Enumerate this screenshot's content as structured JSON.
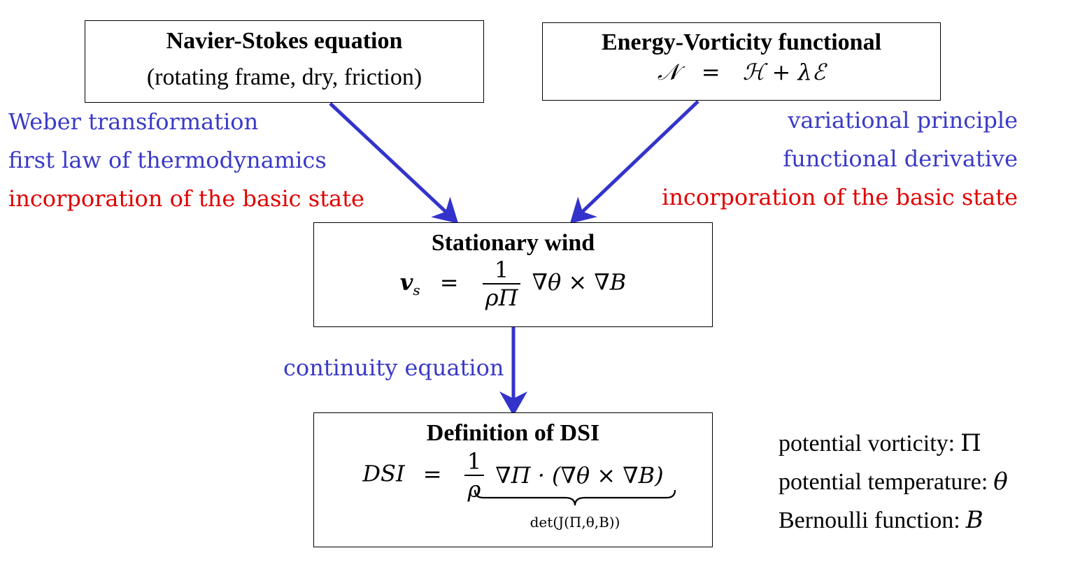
{
  "boxes": {
    "navier": {
      "title": "Navier-Stokes equation",
      "subtitle": "(rotating frame, dry, friction)"
    },
    "energy": {
      "title": "Energy-Vorticity functional",
      "eq_lhs": "𝒩",
      "eq_eq": "=",
      "eq_rhs": "ℋ + λℰ"
    },
    "wind": {
      "title": "Stationary wind",
      "eq_lhs": "v",
      "eq_sub": "s",
      "eq_eq": "=",
      "frac_num": "1",
      "frac_den": "ρΠ",
      "eq_rhs": "∇θ × ∇B"
    },
    "dsi": {
      "title": "Definition of DSI",
      "eq_lhs": "DSI",
      "eq_eq": "=",
      "frac_num": "1",
      "frac_den": "ρ",
      "eq_rhs": "∇Π · (∇θ × ∇B)",
      "brace_label": "det(J(Π,θ,B))"
    }
  },
  "left_labels": {
    "l1": "Weber transformation",
    "l2": "first law of thermodynamics",
    "l3": "incorporation of the basic state"
  },
  "right_labels": {
    "r1": "variational principle",
    "r2": "functional derivative",
    "r3": "incorporation of the basic state"
  },
  "middle_label": "continuity equation",
  "legend": {
    "pv_label": "potential vorticity:",
    "pv_sym": "Π",
    "pt_label": "potential temperature:",
    "pt_sym": "θ",
    "bf_label": "Bernoulli function:",
    "bf_sym": "B"
  },
  "colors": {
    "arrow": "#3333cc",
    "blue_text": "#3a3ac8",
    "red_text": "#e00000"
  }
}
